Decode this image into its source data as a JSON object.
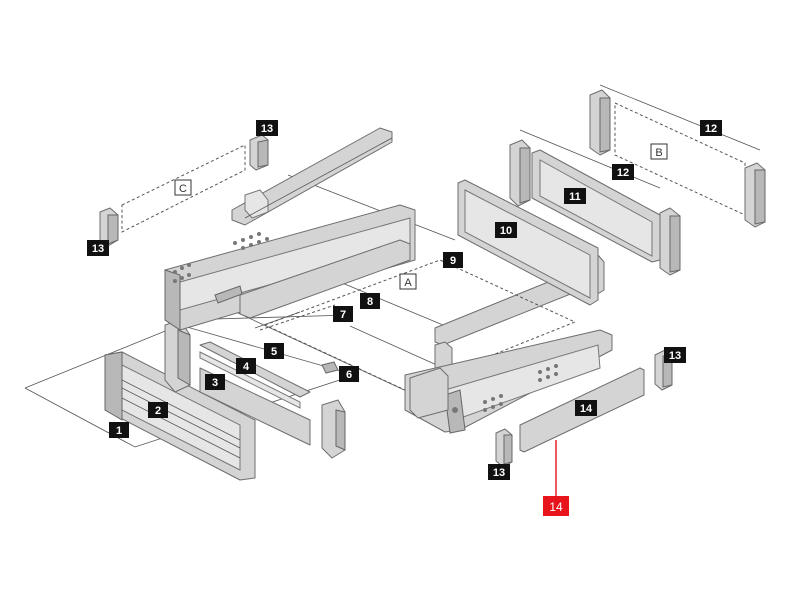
{
  "callouts": {
    "n1": "1",
    "n2": "2",
    "n3": "3",
    "n4": "4",
    "n5": "5",
    "n6": "6",
    "n7": "7",
    "n8": "8",
    "n9": "9",
    "n10": "10",
    "n11": "11",
    "n12a": "12",
    "n12b": "12",
    "n13a": "13",
    "n13b": "13",
    "n13c": "13",
    "n13d": "13",
    "n14": "14"
  },
  "groups": {
    "a": "A",
    "b": "B",
    "c": "C"
  },
  "highlight": {
    "label": "14",
    "color": "#e8141c"
  }
}
